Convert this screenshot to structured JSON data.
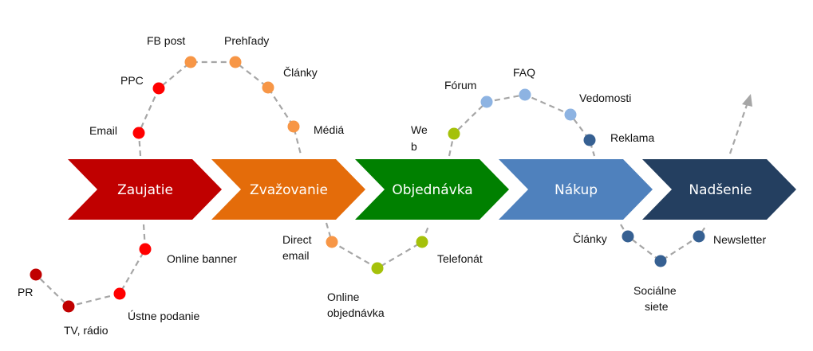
{
  "colors": {
    "stage_zaujatie": "#c00000",
    "stage_zvazovanie": "#e46c0a",
    "stage_objednavka": "#008000",
    "stage_nakup": "#4f81bd",
    "stage_nadsenie": "#243f60",
    "dot_dark_red": "#c00000",
    "dot_red": "#ff0000",
    "dot_orange": "#f79646",
    "dot_green": "#a5c10a",
    "dot_light_blue": "#8db3e2",
    "dot_dark_blue": "#366092",
    "connector": "#a6a6a6"
  },
  "stages": [
    "Zaujatie",
    "Zvažovanie",
    "Objednávka",
    "Nákup",
    "Nadšenie"
  ],
  "touchpoints": {
    "email": "Email",
    "ppc": "PPC",
    "fb_post": "FB post",
    "prehlady": "Prehľady",
    "clanky_top": "Články",
    "media": "Médiá",
    "pr": "PR",
    "tv_radio": "TV, rádio",
    "ustne_podanie": "Ústne podanie",
    "online_banner": "Online banner",
    "direct_email": [
      "Direct",
      "email"
    ],
    "online_objednavka": [
      "Online",
      "objednávka"
    ],
    "telefonat": "Telefonát",
    "web": [
      "We",
      "b"
    ],
    "forum": "Fórum",
    "faq": "FAQ",
    "vedomosti": "Vedomosti",
    "reklama": "Reklama",
    "clanky_bottom": "Články",
    "socialne_siete": [
      "Sociálne",
      "siete"
    ],
    "newsletter": "Newsletter"
  }
}
